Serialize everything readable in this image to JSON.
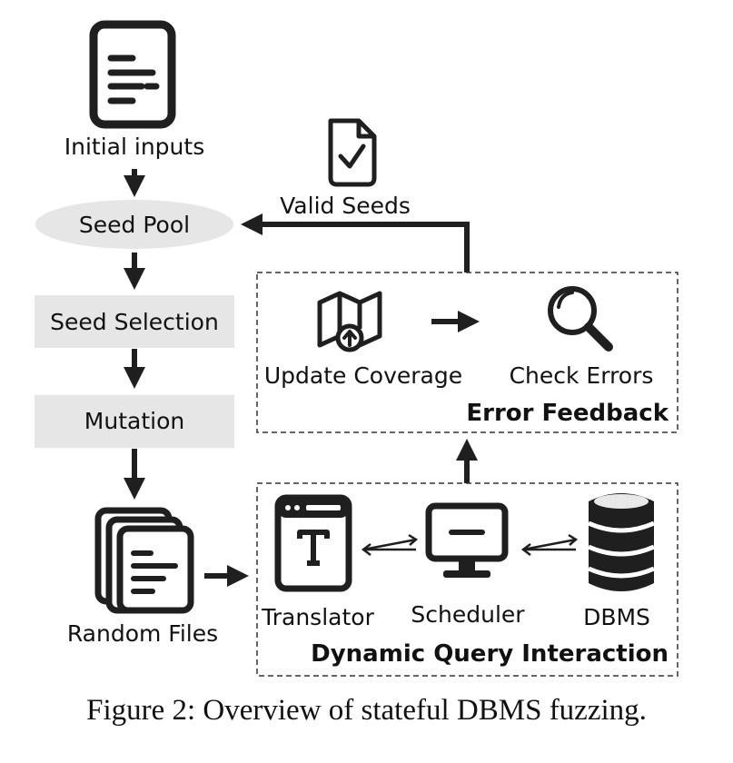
{
  "nodes": {
    "initial_inputs": "Initial inputs",
    "seed_pool": "Seed Pool",
    "seed_selection": "Seed Selection",
    "mutation": "Mutation",
    "random_files": "Random Files",
    "valid_seeds": "Valid Seeds",
    "update_coverage": "Update Coverage",
    "check_errors": "Check Errors",
    "translator": "Translator",
    "scheduler": "Scheduler",
    "dbms": "DBMS"
  },
  "groups": {
    "error_feedback": "Error Feedback",
    "dynamic_query_interaction": "Dynamic Query Interaction"
  },
  "caption": "Figure 2: Overview of stateful DBMS fuzzing.",
  "colors": {
    "stroke": "#1f1f1f",
    "pool_fill": "#e6e6e6",
    "box_fill": "#e6e6e6"
  },
  "icons": {
    "initial_inputs": "document-icon",
    "valid_seeds": "checked-document-icon",
    "update_coverage": "map-upload-icon",
    "check_errors": "magnifier-icon",
    "random_files": "stacked-documents-icon",
    "translator": "text-window-icon",
    "scheduler": "monitor-icon",
    "dbms": "database-icon"
  }
}
